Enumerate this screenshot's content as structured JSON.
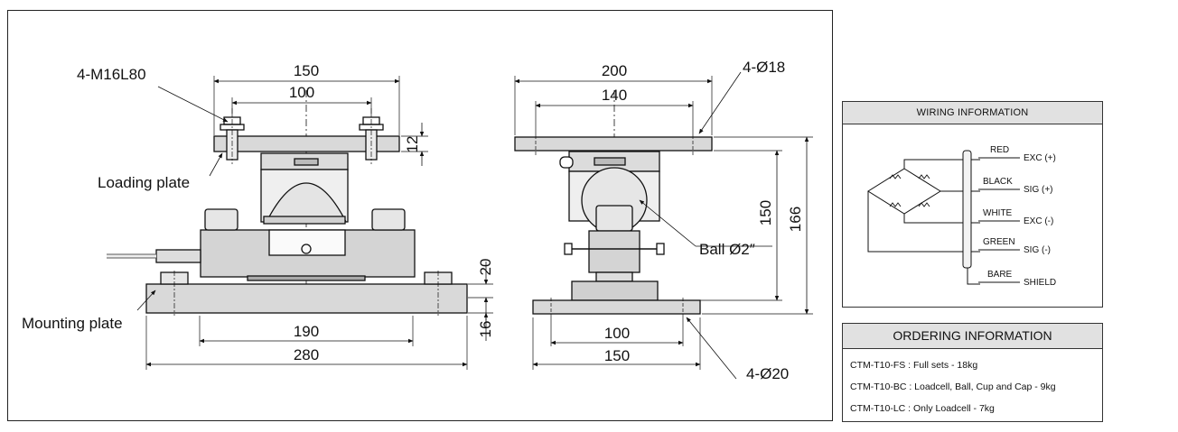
{
  "drawing": {
    "front": {
      "bolt_label": "4-M16L80",
      "loading_plate_label": "Loading plate",
      "mounting_plate_label": "Mounting plate",
      "dim_top_outer": "150",
      "dim_top_inner": "100",
      "dim_plate_thickness": "12",
      "dim_bottom_inner": "190",
      "dim_bottom_outer": "280",
      "dim_base_height": "20",
      "dim_base_plate": "16"
    },
    "side": {
      "hole_top_label": "4-Ø18",
      "hole_bottom_label": "4-Ø20",
      "ball_label": "Ball Ø2″",
      "dim_top_outer": "200",
      "dim_top_inner": "140",
      "dim_height_inner": "150",
      "dim_height_outer": "166",
      "dim_bottom_inner": "100",
      "dim_bottom_outer": "150"
    }
  },
  "wiring": {
    "title": "WIRING INFORMATION",
    "wires": [
      {
        "color": "RED",
        "signal": "EXC (+)"
      },
      {
        "color": "BLACK",
        "signal": "SIG (+)"
      },
      {
        "color": "WHITE",
        "signal": "EXC (-)"
      },
      {
        "color": "GREEN",
        "signal": "SIG (-)"
      },
      {
        "color": "BARE",
        "signal": "SHIELD"
      }
    ]
  },
  "ordering": {
    "title": "ORDERING INFORMATION",
    "items": [
      "CTM-T10-FS : Full sets - 18kg",
      "CTM-T10-BC : Loadcell, Ball, Cup and Cap - 9kg",
      "CTM-T10-LC : Only Loadcell - 7kg"
    ]
  }
}
